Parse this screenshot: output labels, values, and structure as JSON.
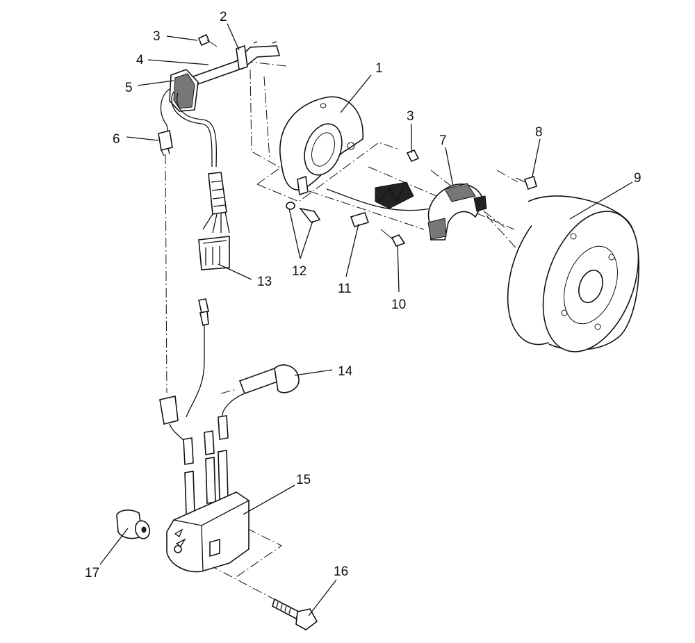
{
  "diagram": {
    "callouts": [
      {
        "id": "c1",
        "label": "1"
      },
      {
        "id": "c2",
        "label": "2"
      },
      {
        "id": "c3a",
        "label": "3"
      },
      {
        "id": "c3b",
        "label": "3"
      },
      {
        "id": "c4",
        "label": "4"
      },
      {
        "id": "c5",
        "label": "5"
      },
      {
        "id": "c6",
        "label": "6"
      },
      {
        "id": "c7",
        "label": "7"
      },
      {
        "id": "c8",
        "label": "8"
      },
      {
        "id": "c9",
        "label": "9"
      },
      {
        "id": "c10",
        "label": "10"
      },
      {
        "id": "c11",
        "label": "11"
      },
      {
        "id": "c12",
        "label": "12"
      },
      {
        "id": "c13",
        "label": "13"
      },
      {
        "id": "c14",
        "label": "14"
      },
      {
        "id": "c15",
        "label": "15"
      },
      {
        "id": "c16",
        "label": "16"
      },
      {
        "id": "c17",
        "label": "17"
      }
    ]
  }
}
